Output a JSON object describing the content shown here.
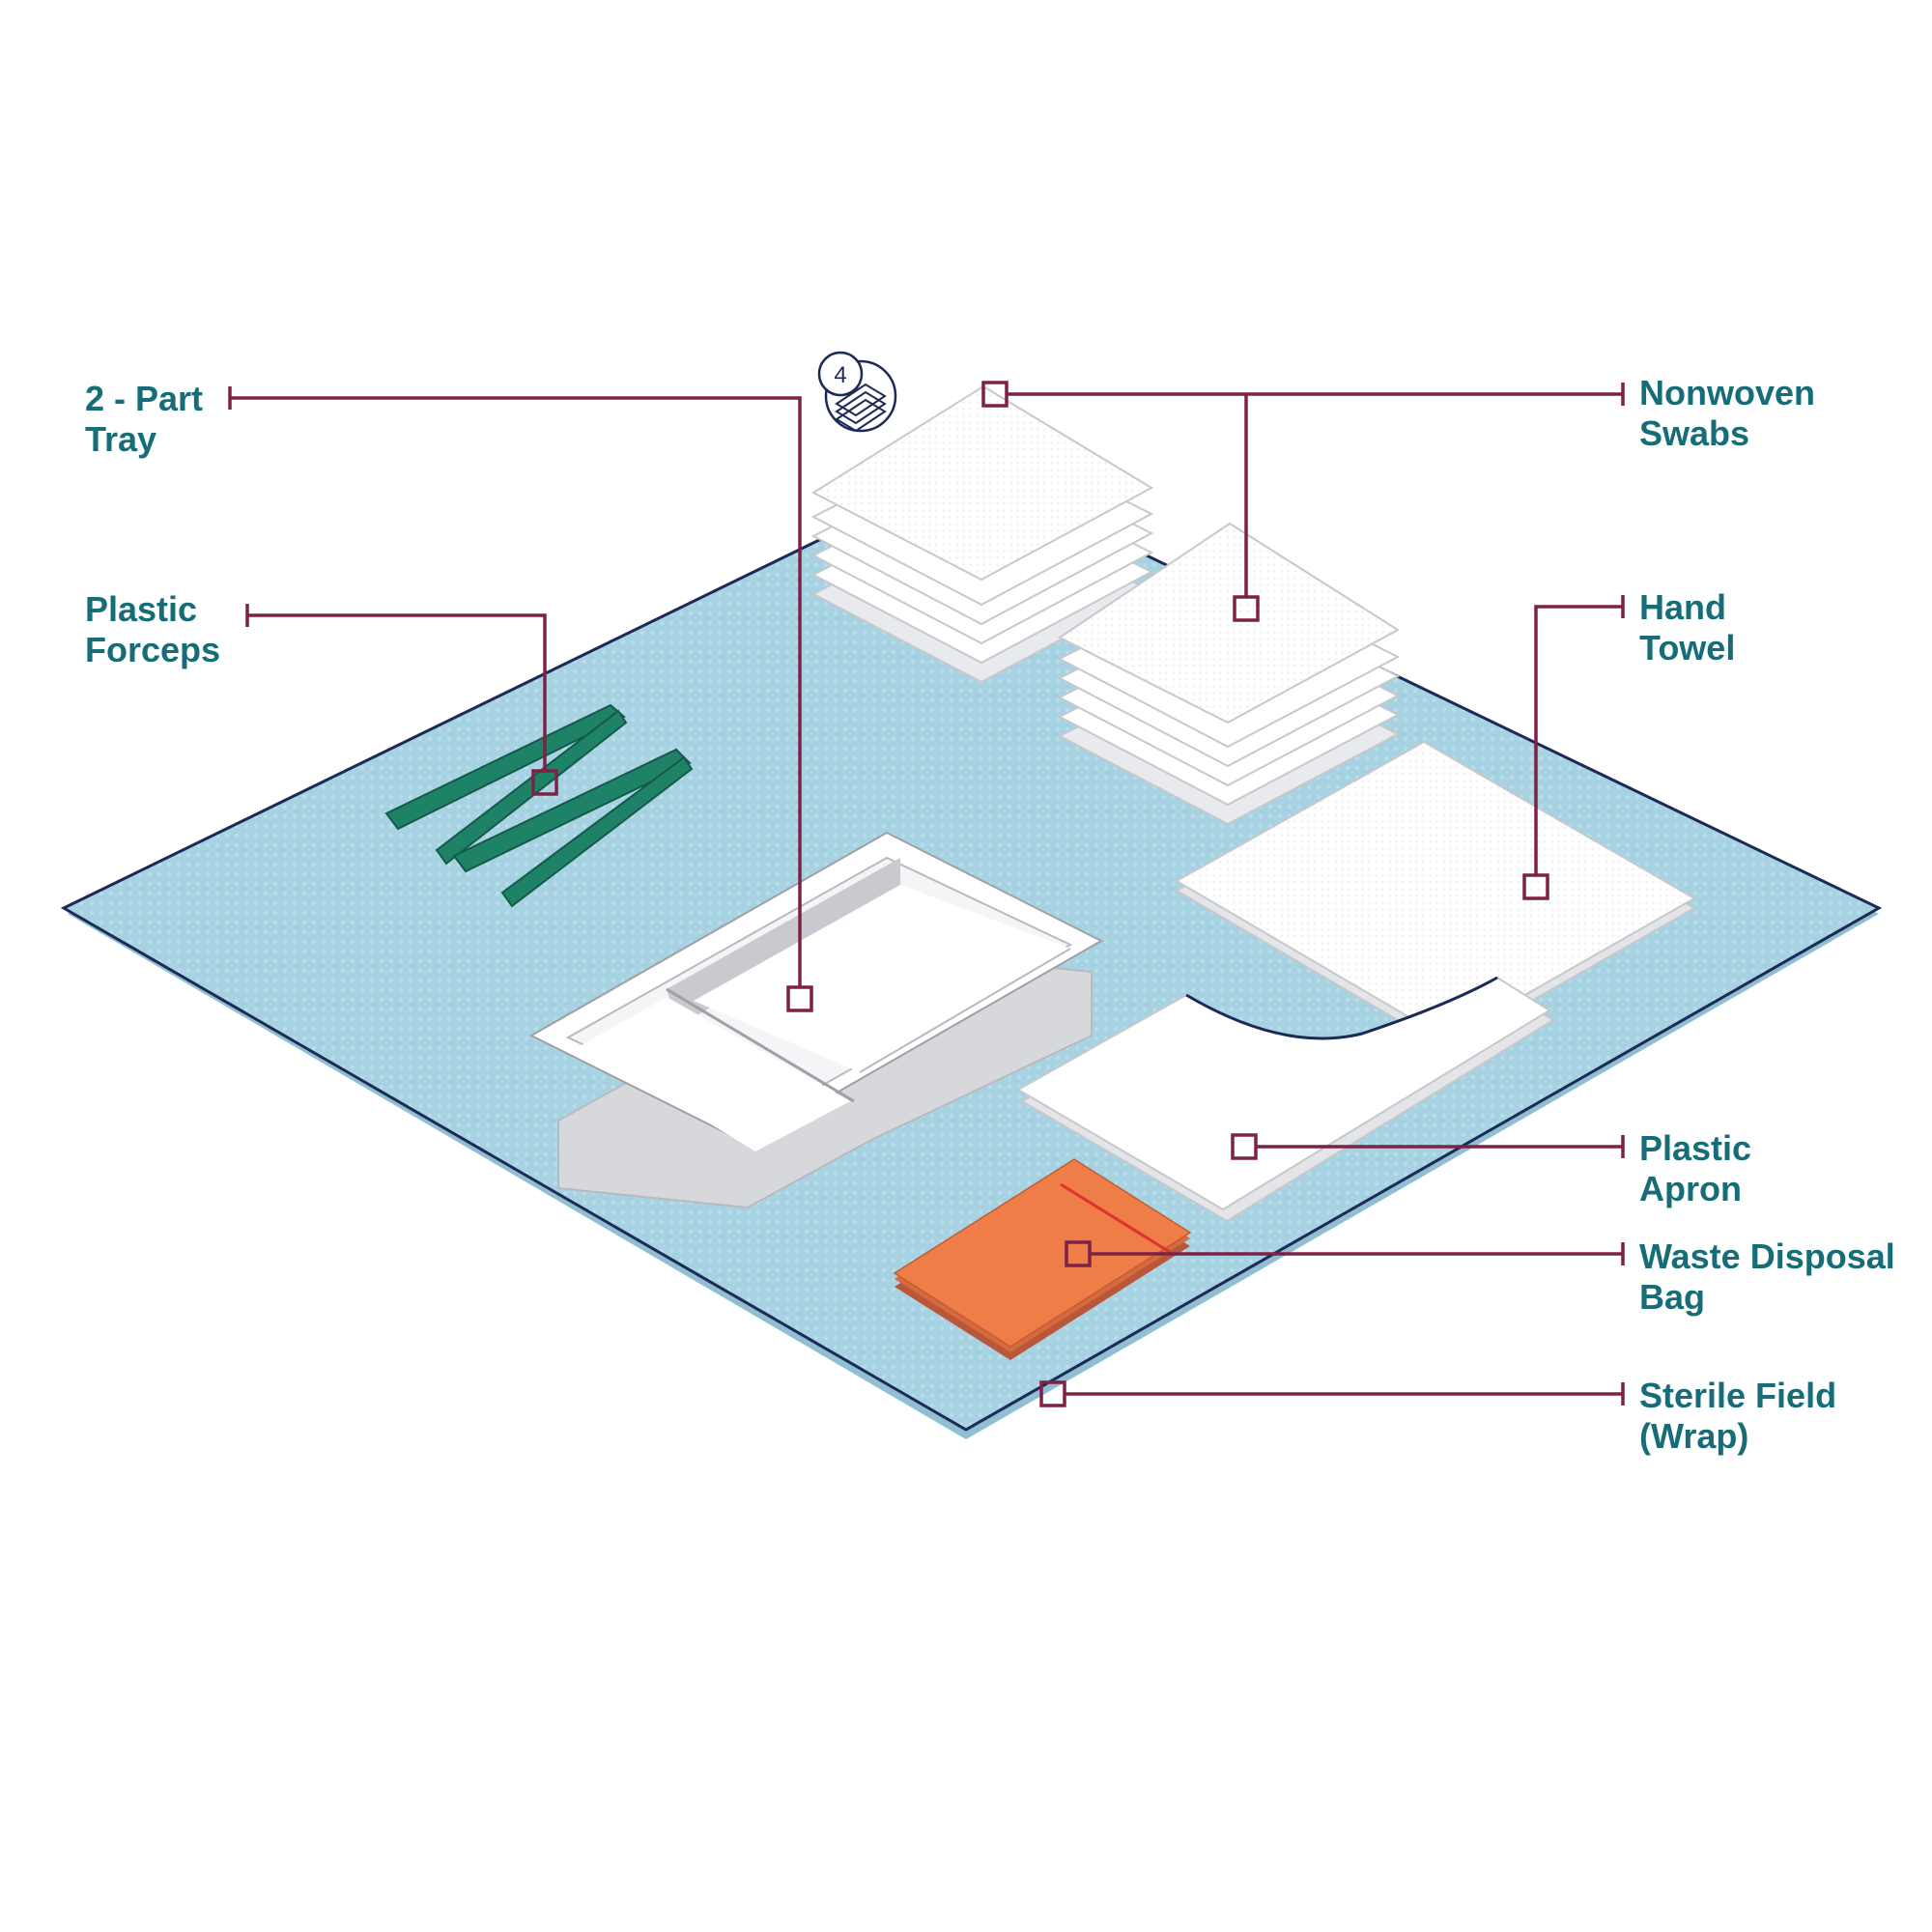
{
  "labels": {
    "tray": {
      "line1": "2 - Part",
      "line2": "Tray"
    },
    "forceps": {
      "line1": "Plastic",
      "line2": "Forceps"
    },
    "swabs": {
      "line1": "Nonwoven",
      "line2": "Swabs"
    },
    "towel": {
      "line1": "Hand",
      "line2": "Towel"
    },
    "apron": {
      "line1": "Plastic",
      "line2": "Apron"
    },
    "bag": {
      "line1": "Waste Disposal",
      "line2": "Bag"
    },
    "field": {
      "line1": "Sterile Field",
      "line2": "(Wrap)"
    }
  },
  "swab_badge": {
    "count": "4",
    "icon": "stacked-sheets-icon"
  },
  "colors": {
    "label_text": "#166d78",
    "leader_line": "#7d2147",
    "field_fill": "#a6d2e2",
    "field_outline": "#1d2a57",
    "forceps": "#1e8266",
    "bag": "#ee7d48",
    "white_items": "#ffffff",
    "item_shadow": "#d8d9dd"
  }
}
